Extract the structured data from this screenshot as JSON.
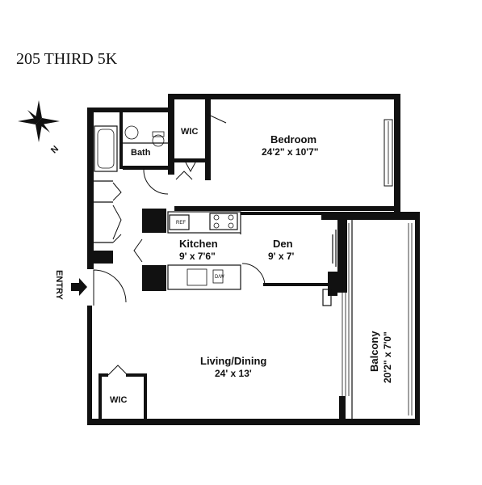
{
  "title": "205 THIRD 5K",
  "compass": {
    "label": "N",
    "icon": "compass-rose-icon"
  },
  "entry": {
    "label": "ENTRY",
    "icon": "arrow-right-icon"
  },
  "rooms": {
    "bedroom": {
      "name": "Bedroom",
      "dims": "24'2\" x 10'7\""
    },
    "kitchen": {
      "name": "Kitchen",
      "dims": "9' x 7'6\""
    },
    "den": {
      "name": "Den",
      "dims": "9' x 7'"
    },
    "living": {
      "name": "Living/Dining",
      "dims": "24' x 13'"
    },
    "balcony": {
      "name": "Balcony",
      "dims": "20'2\" x 7'0\""
    },
    "bath": {
      "name": "Bath"
    },
    "wic_top": {
      "name": "WIC"
    },
    "wic_bottom": {
      "name": "WIC"
    }
  },
  "appliances": {
    "fridge": "REF",
    "dishwasher": "D/W"
  },
  "colors": {
    "ink": "#111111",
    "background": "#ffffff"
  }
}
